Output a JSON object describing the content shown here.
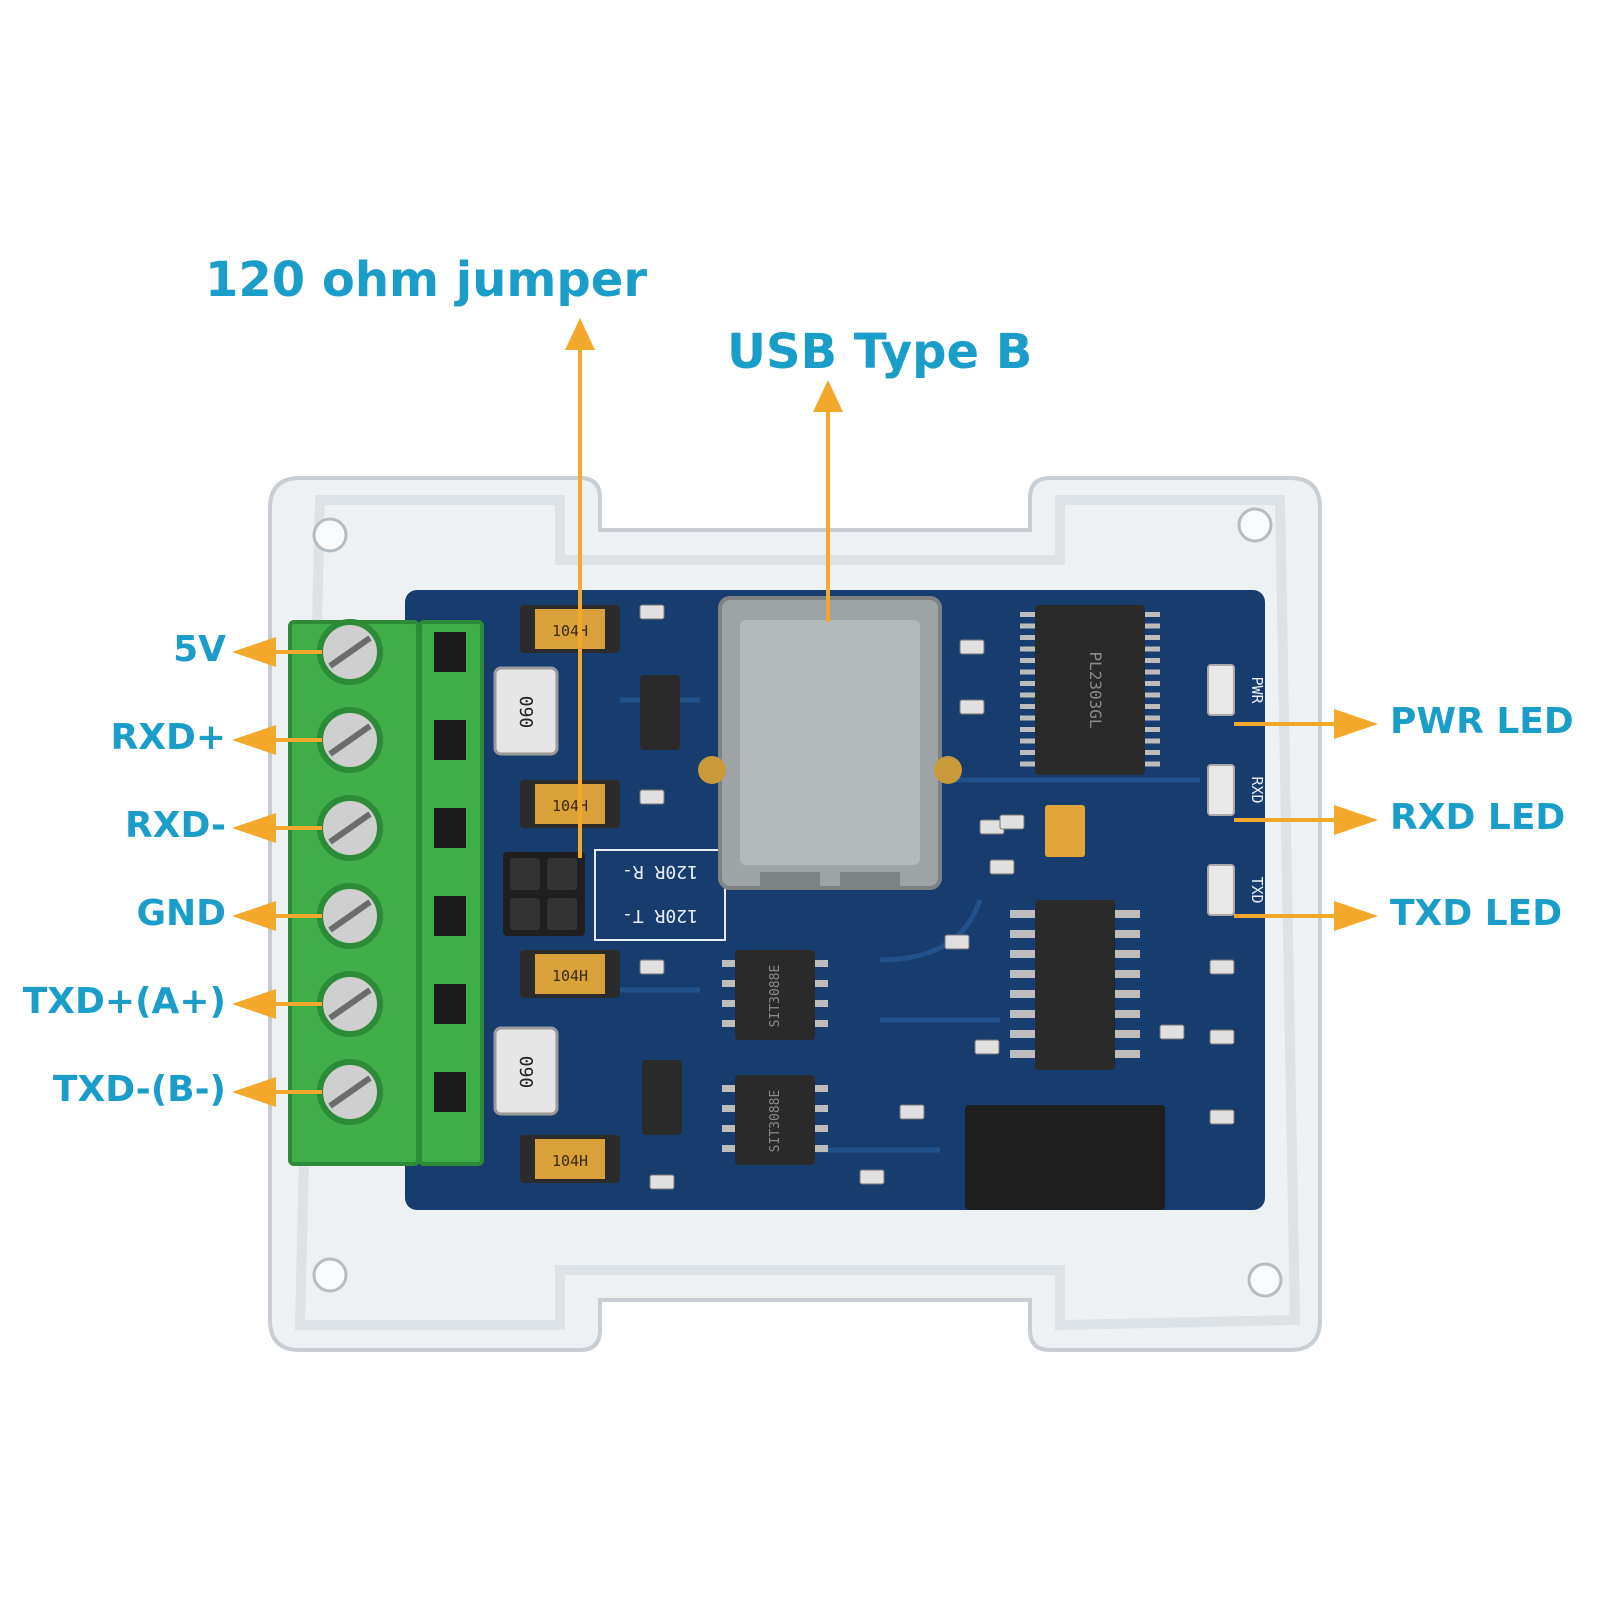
{
  "colors": {
    "label": "#1a9ec9",
    "arrow": "#f2a82a",
    "pcb": "#173d6e",
    "pcb_trace": "#22528c",
    "terminal": "#3fae49",
    "terminal_dark": "#2c8a38",
    "case": "#e6e9ec",
    "chip": "#2a2a2a",
    "usb_shell": "#9ea3a6",
    "inductor": "#d9a13a"
  },
  "callouts": {
    "top": {
      "jumper": "120 ohm jumper",
      "usb": "USB Type B"
    },
    "left": [
      "5V",
      "RXD+",
      "RXD-",
      "GND",
      "TXD+(A+)",
      "TXD-(B-)"
    ],
    "right": [
      "PWR LED",
      "RXD LED",
      "TXD LED"
    ]
  },
  "board_marks": {
    "inductor": "104H",
    "fuse": "090",
    "main_ic": "PL2303GL",
    "transceiver": "SIT3088E",
    "jumper_r": "120R R-",
    "jumper_t": "120R T-",
    "led_pwr": "PWR",
    "led_rxd": "RXD",
    "led_txd": "TXD"
  },
  "icons": [
    "terminal-screw-icon",
    "arrow-up-icon",
    "arrow-left-icon",
    "arrow-right-icon"
  ]
}
